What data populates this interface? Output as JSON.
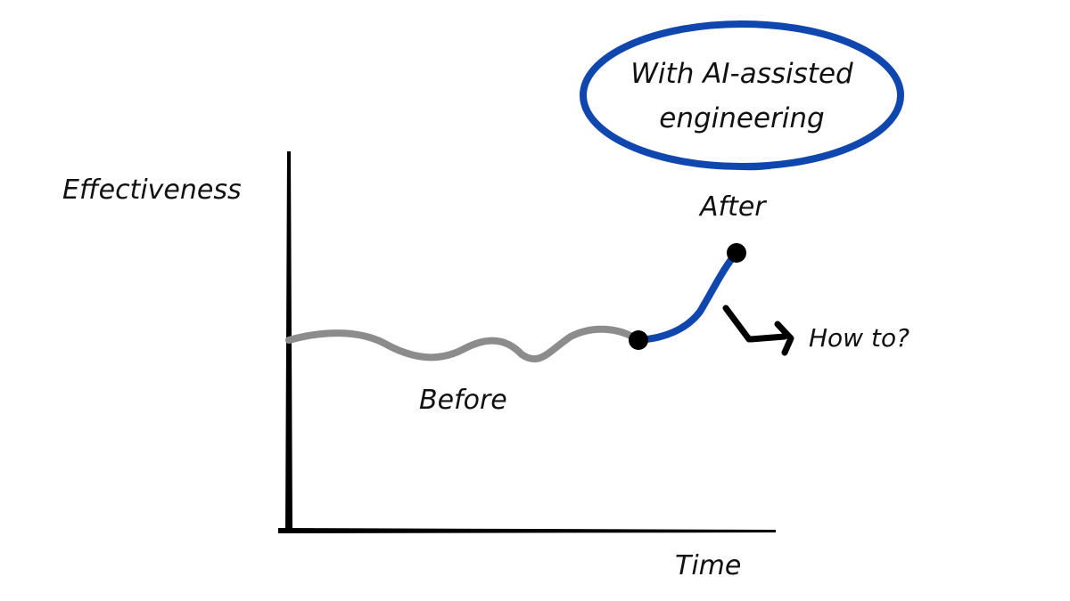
{
  "diagram": {
    "title_bubble": {
      "line1": "With AI-assisted",
      "line2": "engineering",
      "border_color": "#0f47af"
    },
    "axes": {
      "y_label": "Effectiveness",
      "x_label": "Time",
      "color": "#000000"
    },
    "segments": {
      "before": {
        "label": "Before",
        "color": "#8c8c8c"
      },
      "after": {
        "label": "After",
        "color": "#0f47af"
      }
    },
    "annotation": {
      "arrow_text": "How to?"
    }
  },
  "chart_data": {
    "type": "line",
    "title": "With AI-assisted engineering",
    "xlabel": "Time",
    "ylabel": "Effectiveness",
    "grid": false,
    "series": [
      {
        "name": "Before",
        "color": "#8c8c8c",
        "shape": "flat wavy line",
        "x": [
          0,
          0.15,
          0.3,
          0.45,
          0.6,
          0.72,
          0.82,
          1.0
        ],
        "y": [
          0.5,
          0.52,
          0.42,
          0.5,
          0.42,
          0.52,
          0.52,
          0.46
        ]
      },
      {
        "name": "After",
        "color": "#0f47af",
        "shape": "rising curve",
        "x": [
          1.0,
          1.1,
          1.2
        ],
        "y": [
          0.46,
          0.55,
          0.8
        ]
      }
    ],
    "points": [
      {
        "name": "transition-point",
        "x": 1.0,
        "y": 0.46
      },
      {
        "name": "after-endpoint",
        "x": 1.2,
        "y": 0.8
      }
    ],
    "annotations": [
      "Before",
      "After",
      "How to?",
      "With AI-assisted engineering"
    ]
  }
}
